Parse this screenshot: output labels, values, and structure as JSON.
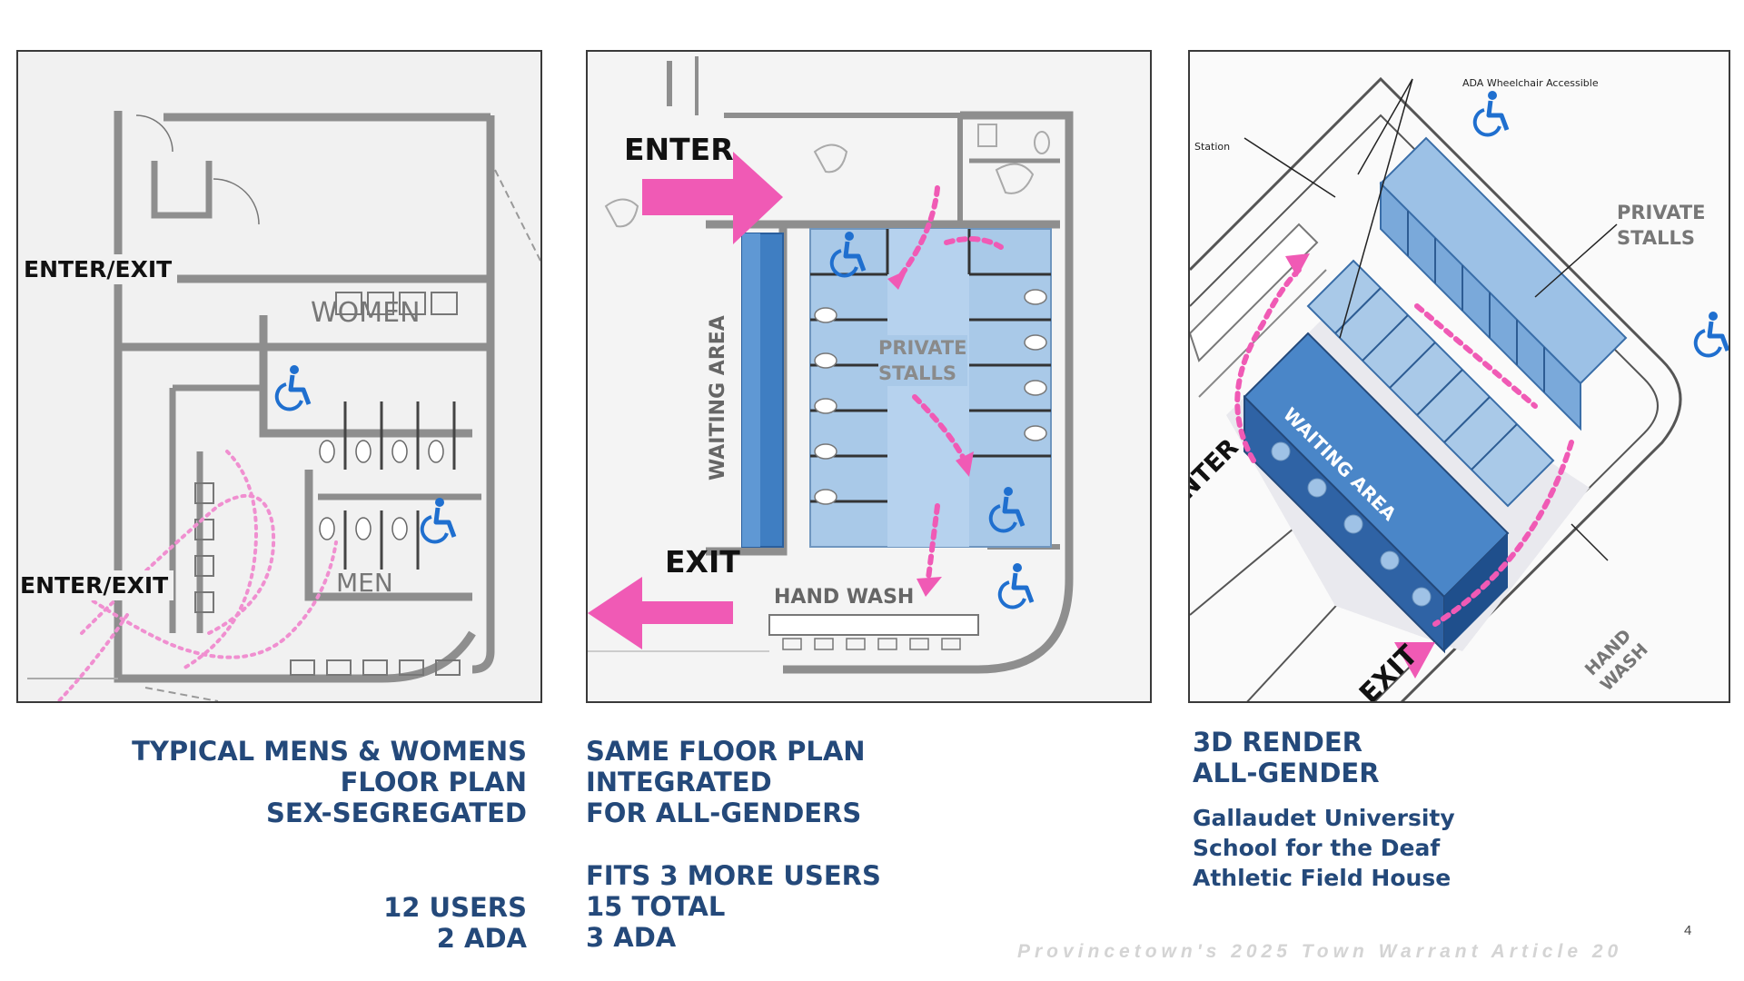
{
  "panel1": {
    "enter_exit_top": "ENTER/EXIT",
    "enter_exit_bottom": "ENTER/EXIT",
    "women_label": "WOMEN",
    "men_label": "MEN"
  },
  "panel2": {
    "enter_label": "ENTER",
    "exit_label": "EXIT",
    "waiting_area_label": "WAITING AREA",
    "private_stalls_label": "PRIVATE\nSTALLS",
    "hand_wash_label": "HAND WASH"
  },
  "panel3": {
    "ada_note": "ADA Wheelchair Accessible",
    "station_note": "Station",
    "private_stalls_label": "PRIVATE\nSTALLS",
    "waiting_area_label": "WAITING AREA",
    "enter_label": "ENTER",
    "exit_label": "EXIT",
    "hand_wash_label": "HAND\nWASH"
  },
  "captions": {
    "left_title": "TYPICAL MENS & WOMENS\nFLOOR PLAN\nSEX-SEGREGATED",
    "left_users": "12 USERS\n2 ADA",
    "middle_title": "SAME FLOOR PLAN\nINTEGRATED\nFOR ALL-GENDERS",
    "middle_users": "FITS 3 MORE USERS\n15 TOTAL\n3 ADA",
    "right_title": "3D RENDER\nALL-GENDER",
    "right_location": "Gallaudet University\nSchool for the Deaf\nAthletic Field House"
  },
  "page_number": "4",
  "footer": "Provincetown's 2025 Town Warrant Article 20",
  "colors": {
    "accent_blue": "#24497a",
    "ada_blue": "#1f6fcf",
    "stall_blue": "#a9c9e8",
    "pink": "#f06bc0"
  }
}
